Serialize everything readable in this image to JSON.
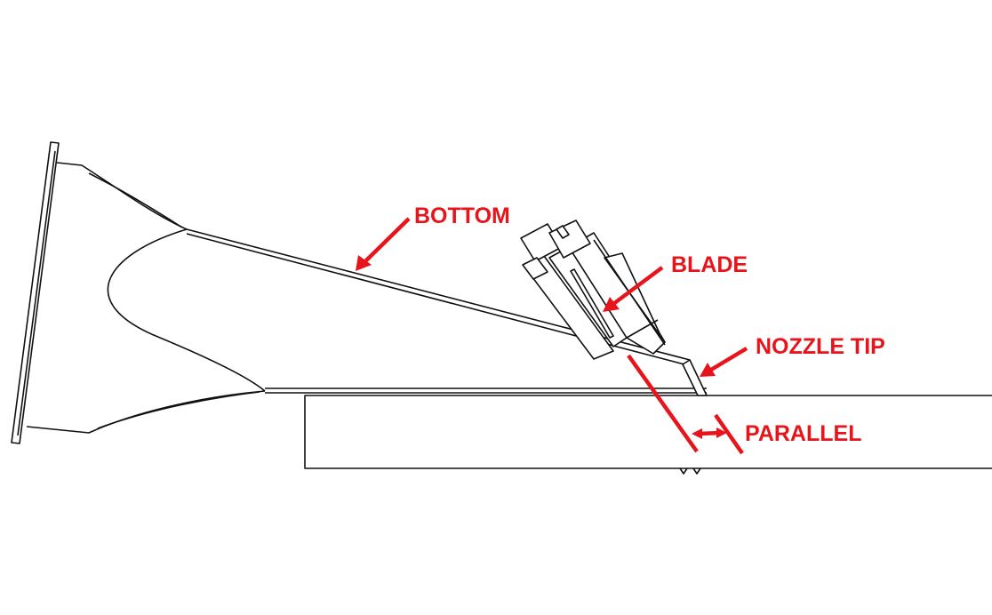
{
  "labels": {
    "bottom": "BOTTOM",
    "blade": "BLADE",
    "nozzle_tip": "NOZZLE TIP",
    "parallel": "PARALLEL"
  },
  "colors": {
    "annotation": "#e8141b",
    "line": "#111111",
    "background": "#ffffff"
  }
}
